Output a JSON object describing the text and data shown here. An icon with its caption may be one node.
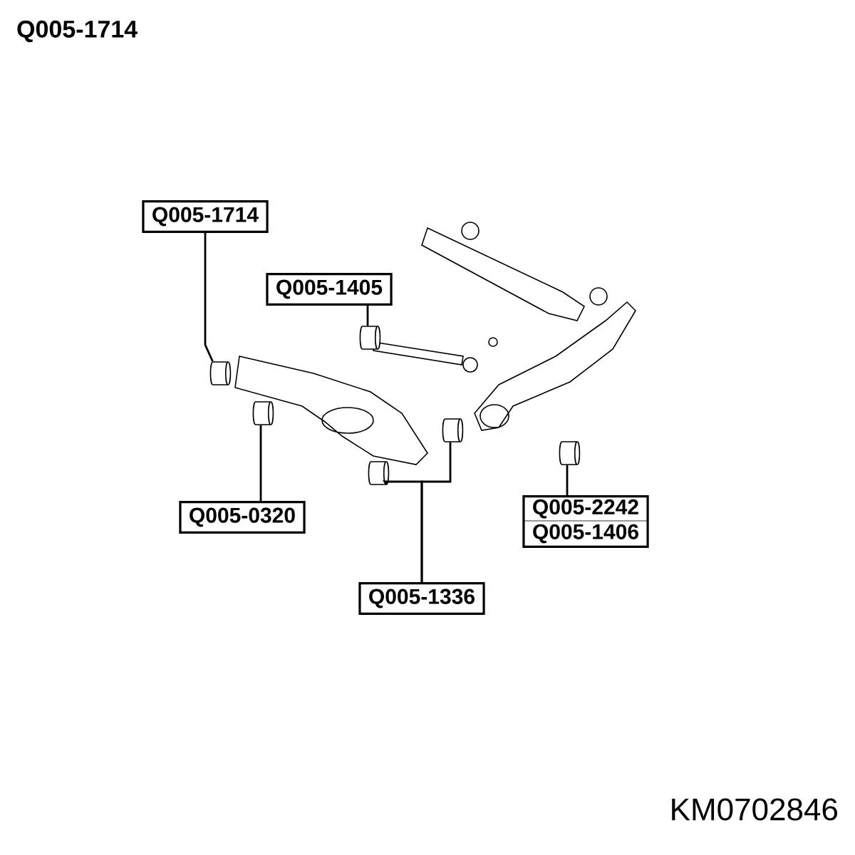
{
  "diagram": {
    "nodes": [
      {
        "text": [
          "Q005-1714"
        ]
      },
      {
        "text": [
          "Q005-1405"
        ]
      },
      {
        "text": [
          "Q005-0320"
        ]
      },
      {
        "text": [
          "Q005-1336"
        ]
      },
      {
        "text": [
          "Q005-2242",
          "Q005-1406"
        ]
      },
      {
        "text": [],
        "shape": "cylinder"
      },
      {
        "text": [],
        "shape": "cylinder"
      },
      {
        "text": [],
        "shape": "cylinder"
      },
      {
        "text": [],
        "shape": "cylinder"
      },
      {
        "text": [],
        "shape": "cylinder"
      },
      {
        "text": [],
        "shape": "cylinder"
      }
    ],
    "edges": [
      {
        "from": 0,
        "to": 5,
        "arrow": "none"
      },
      {
        "from": 1,
        "to": 6,
        "arrow": "none"
      },
      {
        "from": 2,
        "to": 7,
        "arrow": "none"
      },
      {
        "from": 3,
        "to": 8,
        "arrow": "none"
      },
      {
        "from": 3,
        "to": 9,
        "arrow": "none"
      },
      {
        "from": 4,
        "to": 10,
        "arrow": "none"
      }
    ],
    "labels": [
      "Q005-1714",
      "KM0702846"
    ]
  }
}
